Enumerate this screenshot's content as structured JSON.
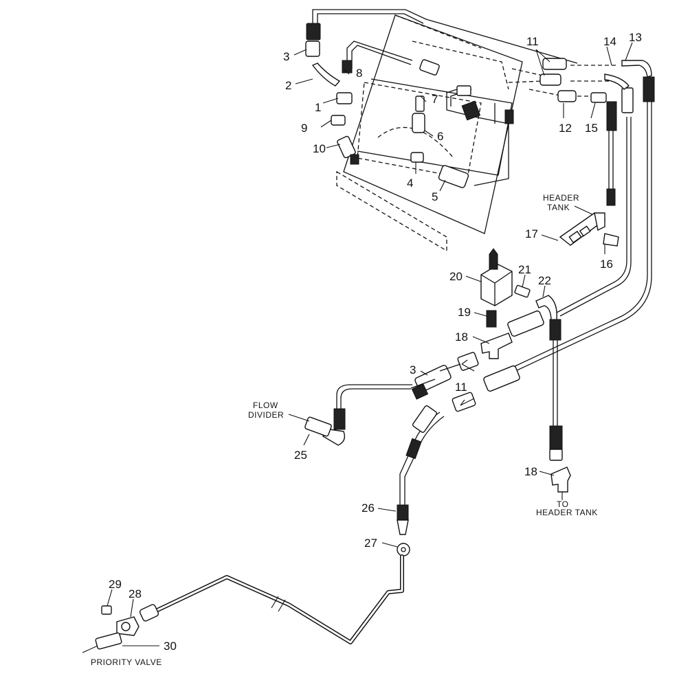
{
  "callouts": [
    {
      "id": "c1",
      "text": "1"
    },
    {
      "id": "c2",
      "text": "2"
    },
    {
      "id": "c3a",
      "text": "3"
    },
    {
      "id": "c4",
      "text": "4"
    },
    {
      "id": "c5",
      "text": "5"
    },
    {
      "id": "c6",
      "text": "6"
    },
    {
      "id": "c7",
      "text": "7"
    },
    {
      "id": "c8",
      "text": "8"
    },
    {
      "id": "c9",
      "text": "9"
    },
    {
      "id": "c10",
      "text": "10"
    },
    {
      "id": "c11a",
      "text": "11"
    },
    {
      "id": "c12",
      "text": "12"
    },
    {
      "id": "c13",
      "text": "13"
    },
    {
      "id": "c14",
      "text": "14"
    },
    {
      "id": "c15",
      "text": "15"
    },
    {
      "id": "c16",
      "text": "16"
    },
    {
      "id": "c17",
      "text": "17"
    },
    {
      "id": "c18a",
      "text": "18"
    },
    {
      "id": "c19",
      "text": "19"
    },
    {
      "id": "c20",
      "text": "20"
    },
    {
      "id": "c21",
      "text": "21"
    },
    {
      "id": "c22",
      "text": "22"
    },
    {
      "id": "c3b",
      "text": "3"
    },
    {
      "id": "c11b",
      "text": "11"
    },
    {
      "id": "c25",
      "text": "25"
    },
    {
      "id": "c18b",
      "text": "18"
    },
    {
      "id": "c26",
      "text": "26"
    },
    {
      "id": "c27",
      "text": "27"
    },
    {
      "id": "c29",
      "text": "29"
    },
    {
      "id": "c28",
      "text": "28"
    },
    {
      "id": "c30",
      "text": "30"
    }
  ],
  "labels": {
    "header_tank_top_line1": "HEADER",
    "header_tank_top_line2": "TANK",
    "flow_divider_line1": "FLOW",
    "flow_divider_line2": "DIVIDER",
    "to_header_tank_line1": "TO",
    "to_header_tank_line2": "HEADER TANK",
    "priority_valve": "PRIORITY VALVE"
  }
}
